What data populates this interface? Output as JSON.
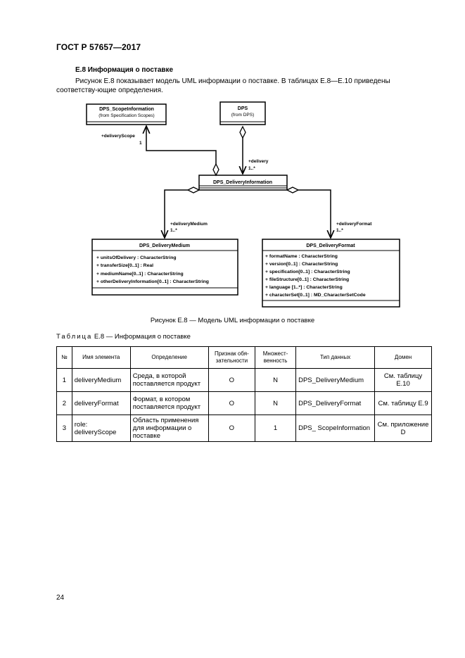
{
  "header": {
    "standard": "ГОСТ Р 57657—2017"
  },
  "section": {
    "title": "Е.8 Информация о поставке",
    "paragraph": "Рисунок Е.8 показывает модель UML информации о поставке. В таблицах Е.8—Е.10 приведены соответству-ющие определения."
  },
  "diagram": {
    "classes": {
      "scope_info": {
        "name": "DPS_ScopeInformation",
        "stereo": "(from Specification Scopes)"
      },
      "dps": {
        "name": "DPS",
        "stereo": "(from DPS)"
      },
      "delivery_info": {
        "name": "DPS_DeliveryInformation"
      },
      "delivery_medium": {
        "name": "DPS_DeliveryMedium",
        "attributes": [
          "+ unitsOfDelivery : CharacterString",
          "+ transferSize[0..1] : Real",
          "+ mediumName[0..1] : CharacterString",
          "+ otherDeliveryInformation[0..1] : CharacterString"
        ]
      },
      "delivery_format": {
        "name": "DPS_DeliveryFormat",
        "attributes": [
          "+ formatName : CharacterString",
          "+ version[0..1] : CharacterString",
          "+ specification[0..1] : CharacterString",
          "+ fileStructure[0..1] : CharacterString",
          "+ language [1..*] : CharacterString",
          "+ characterSet[0..1] : MD_CharacterSetCode"
        ]
      }
    },
    "roles": {
      "delivery_scope": {
        "name": "+deliveryScope",
        "mult": "1"
      },
      "delivery": {
        "name": "+delivery",
        "mult": "1..*"
      },
      "delivery_medium": {
        "name": "+deliveryMedium",
        "mult": "1..*"
      },
      "delivery_format": {
        "name": "+deliveryFormat",
        "mult": "1..*"
      }
    }
  },
  "figure_caption": "Рисунок Е.8 — Модель UML информации о поставке",
  "table": {
    "caption_prefix": "Таблица",
    "caption_rest": " Е.8 — Информация о поставке",
    "headers": [
      "№",
      "Имя элемента",
      "Определение",
      "Признак обя-зательности",
      "Множест-венность",
      "Тип данных",
      "Домен"
    ],
    "rows": [
      [
        "1",
        "deliveryMedium",
        "Среда, в которой поставляется продукт",
        "O",
        "N",
        "DPS_DeliveryMedium",
        "См. таблицу Е.10"
      ],
      [
        "2",
        "deliveryFormat",
        "Формат, в котором поставляется продукт",
        "O",
        "N",
        "DPS_DeliveryFormat",
        "См. таблицу Е.9"
      ],
      [
        "3",
        "role: deliveryScope",
        "Область применения для информации о поставке",
        "O",
        "1",
        "DPS_ ScopeInformation",
        "См. приложение D"
      ]
    ]
  },
  "page_number": "24"
}
